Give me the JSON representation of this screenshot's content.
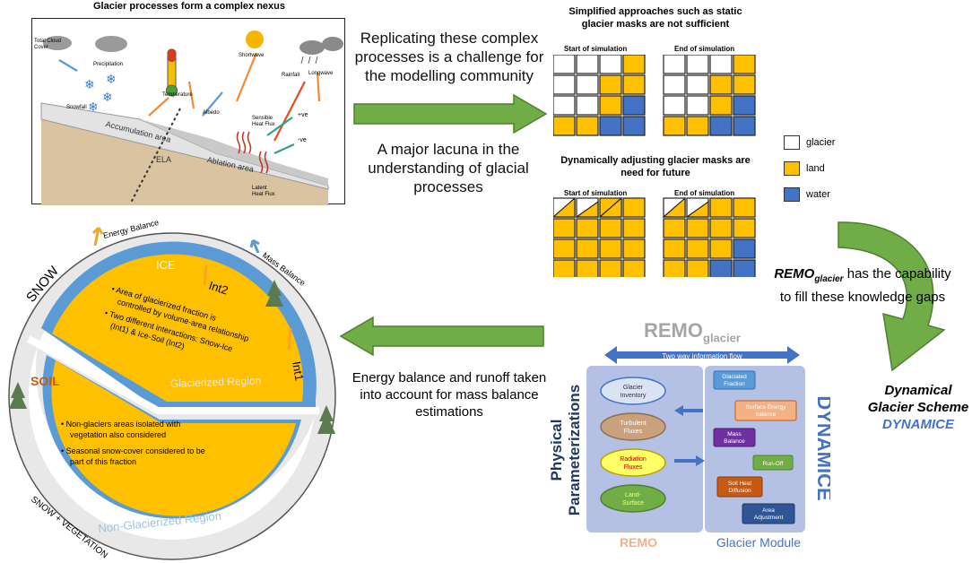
{
  "glacier_panel": {
    "title": "Glacier processes form a complex nexus",
    "labels": {
      "total_cloud_cover": [
        "Total Cloud",
        "Cover"
      ],
      "precipitation": "Precipitation",
      "snowfall": "Snowfall",
      "temperature": "Temperature",
      "shortwave": "Shortwave",
      "rainfall": "Rainfall",
      "longwave": "Longwave",
      "albedo": "Albedo",
      "accumulation_area": "Accumulation area",
      "ela": "ELA",
      "ablation_area": "Ablation area",
      "sensible_heat_flux": [
        "Sensible",
        "Heat Flux"
      ],
      "latent_heat_flux": [
        "Latent",
        "Heat Flux"
      ],
      "plus_ve": "+ve",
      "minus_ve": "-ve"
    }
  },
  "middle_texts": {
    "replicating": "Replicating these complex processes is a challenge for the modelling community",
    "lacuna": "A major lacuna in the understanding of glacial processes",
    "energy_runoff": "Energy balance and runoff taken into account for mass balance estimations"
  },
  "grids": {
    "static_title": "Simplified approaches such as static glacier masks are not sufficient",
    "dynamic_title": "Dynamically adjusting glacier masks are need for future",
    "start_label": "Start of simulation",
    "end_label": "End of simulation"
  },
  "legend": {
    "glacier": "glacier",
    "land": "land",
    "water": "water",
    "colors": {
      "glacier": "#ffffff",
      "land": "#ffc000",
      "water": "#4472c4"
    }
  },
  "remo_caption": {
    "remo": "REMO",
    "sub": "glacier",
    "rest": "has the capability to fill these knowledge gaps"
  },
  "scheme": {
    "line1": "Dynamical",
    "line2": "Glacier Scheme",
    "name": "DYNAMICE"
  },
  "circle": {
    "energy_balance": "Energy Balance",
    "mass_balance": "Mass Balance",
    "snow": "SNOW",
    "ice": "ICE",
    "int2": "Int2",
    "int1": "Int1",
    "soil": "SOIL",
    "glacierized_region": "Glacierized Region",
    "non_glacierized_region": "Non-Glacierized Region",
    "snow_vegetation": "SNOW + VEGETATION",
    "ice_bullets": [
      "Area of glacierized fraction is controlled by volume-area relationship",
      "Two different interactions: Snow-Ice (Int1) & Ice-Soil (Int2)"
    ],
    "soil_bullets": [
      "Non-glaciers areas isolated with vegetation also considered",
      "Seasonal snow-cover considered to be part of this fraction"
    ]
  },
  "remo_diagram": {
    "title": "REMO",
    "title_sub": "glacier",
    "info_flow": "Two way information flow",
    "physical": "Physical",
    "parameterizations": "Parameterizations",
    "dynamice": "DYNAMICE",
    "ovals": [
      "Glacier Inventory",
      "Turbulent Fluxes",
      "Radiation Fluxes",
      "Land-Surface"
    ],
    "boxes": [
      "Glaciated Fraction",
      "Surface Energy balance",
      "Mass Balance",
      "Run-Off",
      "Soil Heat Diffusion",
      "Area Adjustment"
    ],
    "remo_label": "REMO",
    "glacier_module": "Glacier Module"
  }
}
